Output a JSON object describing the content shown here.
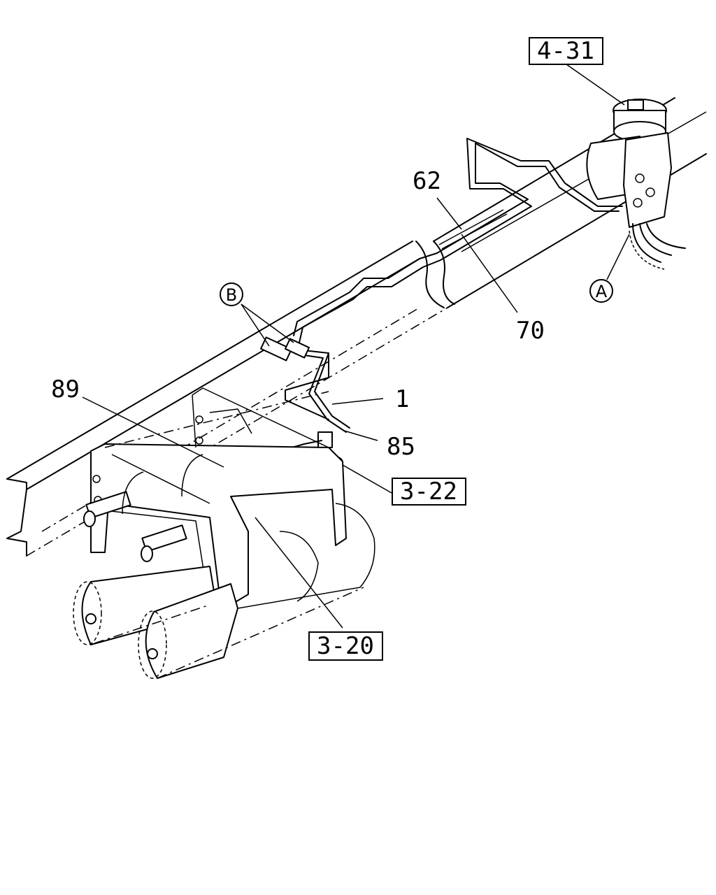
{
  "callouts": {
    "ref_4_31": "4-31",
    "ref_3_22": "3-22",
    "ref_3_20": "3-20",
    "part_62": "62",
    "part_70": "70",
    "part_1": "1",
    "part_85": "85",
    "part_89": "89",
    "detail_a": "A",
    "detail_b": "B"
  }
}
